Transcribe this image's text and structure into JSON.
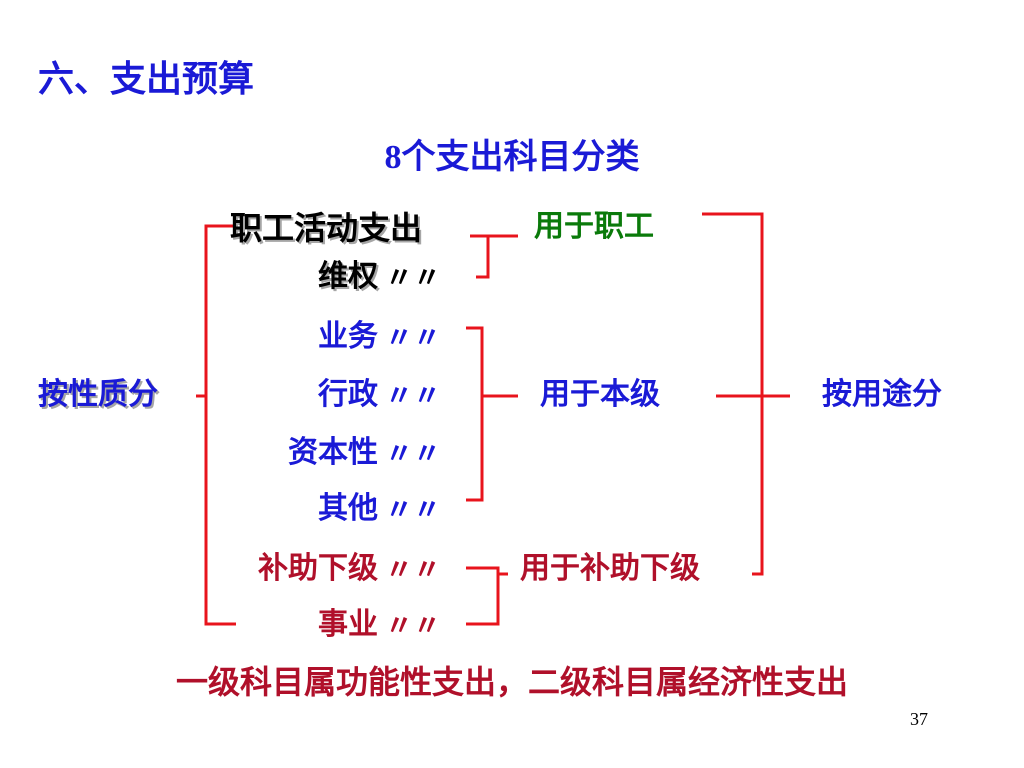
{
  "slide_title": "六、支出预算",
  "subtitle": {
    "number": "8",
    "text": "个支出科目分类"
  },
  "left_label": "按性质分",
  "right_label": "按用途分",
  "items": [
    {
      "name": "职工活动支出",
      "ditto": ""
    },
    {
      "name": "维权",
      "ditto": "〃〃"
    },
    {
      "name": "业务",
      "ditto": "〃〃"
    },
    {
      "name": "行政",
      "ditto": "〃〃"
    },
    {
      "name": "资本性",
      "ditto": "〃〃"
    },
    {
      "name": "其他",
      "ditto": "〃〃"
    },
    {
      "name": "补助下级",
      "ditto": "〃〃"
    },
    {
      "name": "事业",
      "ditto": "〃〃"
    }
  ],
  "groups": {
    "staff": "用于职工",
    "own_level": "用于本级",
    "subsidy": "用于补助下级"
  },
  "footer": "一级科目属功能性支出，二级科目属经济性支出",
  "page_number": "37",
  "colors": {
    "title_blue": "#1a1ad6",
    "bracket_red": "#e8141c",
    "group_green": "#0a7a0a",
    "subsidy_red": "#b0102a"
  }
}
